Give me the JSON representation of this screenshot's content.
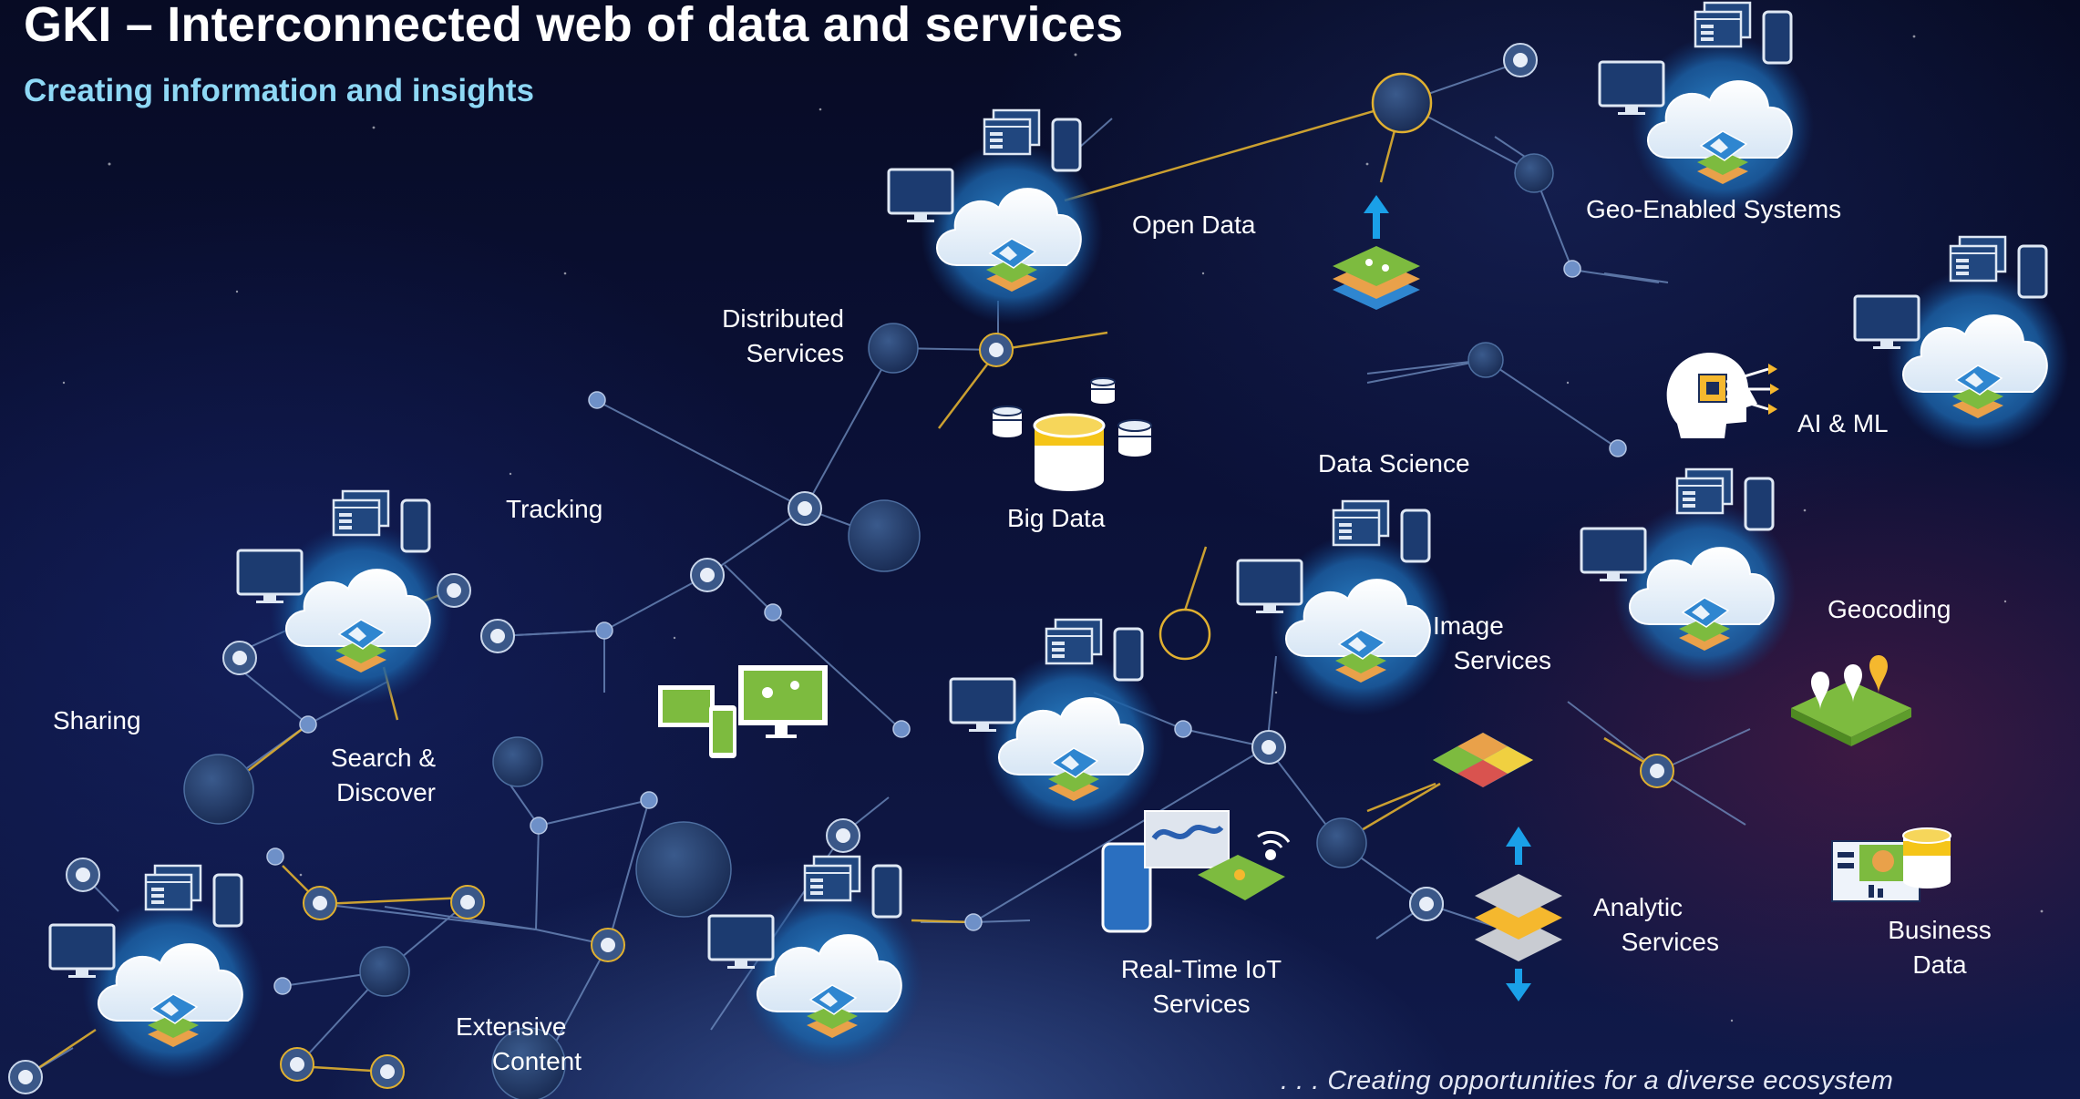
{
  "header": {
    "title": "GKI – Interconnected web of data and services",
    "subtitle": "Creating information and insights"
  },
  "labels": {
    "open_data": "Open Data",
    "distributed_services": [
      "Distributed",
      "Services"
    ],
    "big_data": "Big Data",
    "geo_enabled_systems": "Geo-Enabled Systems",
    "ai_ml": "AI & ML",
    "data_science": "Data Science",
    "tracking": "Tracking",
    "sharing": "Sharing",
    "search_discover": [
      "Search &",
      "Discover"
    ],
    "image_services": [
      "Image",
      "Services"
    ],
    "geocoding": "Geocoding",
    "analytic_services": [
      "Analytic",
      "Services"
    ],
    "business_data": [
      "Business",
      "Data"
    ],
    "real_time_iot": [
      "Real-Time IoT",
      "Services"
    ],
    "extensive_content": [
      "Extensive",
      "Content"
    ]
  },
  "footer": {
    "tagline": ". . . Creating opportunities for a diverse ecosystem"
  },
  "colors": {
    "background": "#0b1138",
    "subtitle": "#8ed8f5",
    "accent_line": "#e0b030",
    "network_line": "#6f8fc0",
    "node_fill": "#243c68",
    "cloud_halo": "#1f6fb3",
    "arrow": "#1aa0e8"
  },
  "icons": [
    "cloud-hub-icon",
    "monitor-icon",
    "browser-window-icon",
    "phone-icon",
    "map-layers-icon",
    "database-icon",
    "ai-head-icon",
    "geocoding-pins-icon",
    "business-data-icon",
    "iot-devices-icon",
    "analytic-layers-icon",
    "mosaic-tile-icon",
    "devices-map-icon"
  ]
}
